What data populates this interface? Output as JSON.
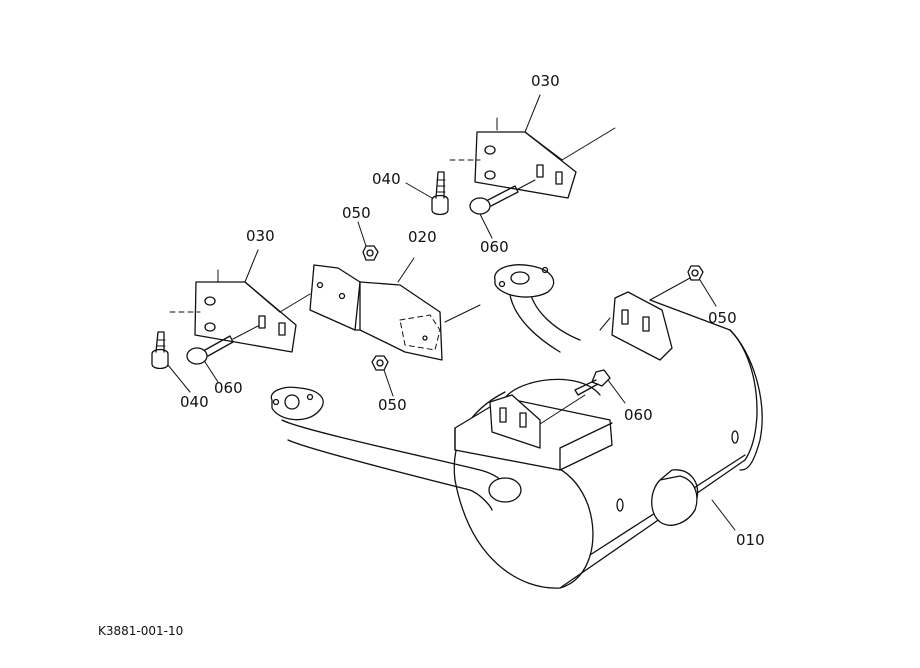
{
  "callouts": {
    "part_010": "010",
    "part_020": "020",
    "part_030_upper": "030",
    "part_030_left": "030",
    "part_040_upper": "040",
    "part_040_left": "040",
    "part_050_top": "050",
    "part_050_right": "050",
    "part_050_lower": "050",
    "part_060_upper": "060",
    "part_060_left": "060",
    "part_060_right": "060"
  },
  "drawing_id": "K3881-001-10",
  "colors": {
    "line": "#111111",
    "background": "#ffffff"
  }
}
